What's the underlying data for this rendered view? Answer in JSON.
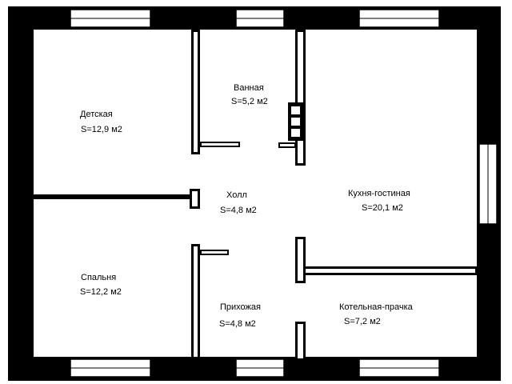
{
  "rooms": [
    {
      "id": "detskaya",
      "name": "Детская",
      "area": "S=12,9 м2"
    },
    {
      "id": "vannaya",
      "name": "Ванная",
      "area": "S=5,2 м2"
    },
    {
      "id": "kukhnya",
      "name": "Кухня-гостиная",
      "area": "S=20,1 м2"
    },
    {
      "id": "kholl",
      "name": "Холл",
      "area": "S=4,8 м2"
    },
    {
      "id": "spalnya",
      "name": "Спальня",
      "area": "S=12,2 м2"
    },
    {
      "id": "prikhozhaya",
      "name": "Прихожая",
      "area": "S=4,8 м2"
    },
    {
      "id": "kotelnaya",
      "name": "Котельная-прачка",
      "area": "S=7,2 м2"
    }
  ],
  "colors": {
    "wall": "#000000",
    "window": "#ffffff",
    "background": "#ffffff"
  }
}
